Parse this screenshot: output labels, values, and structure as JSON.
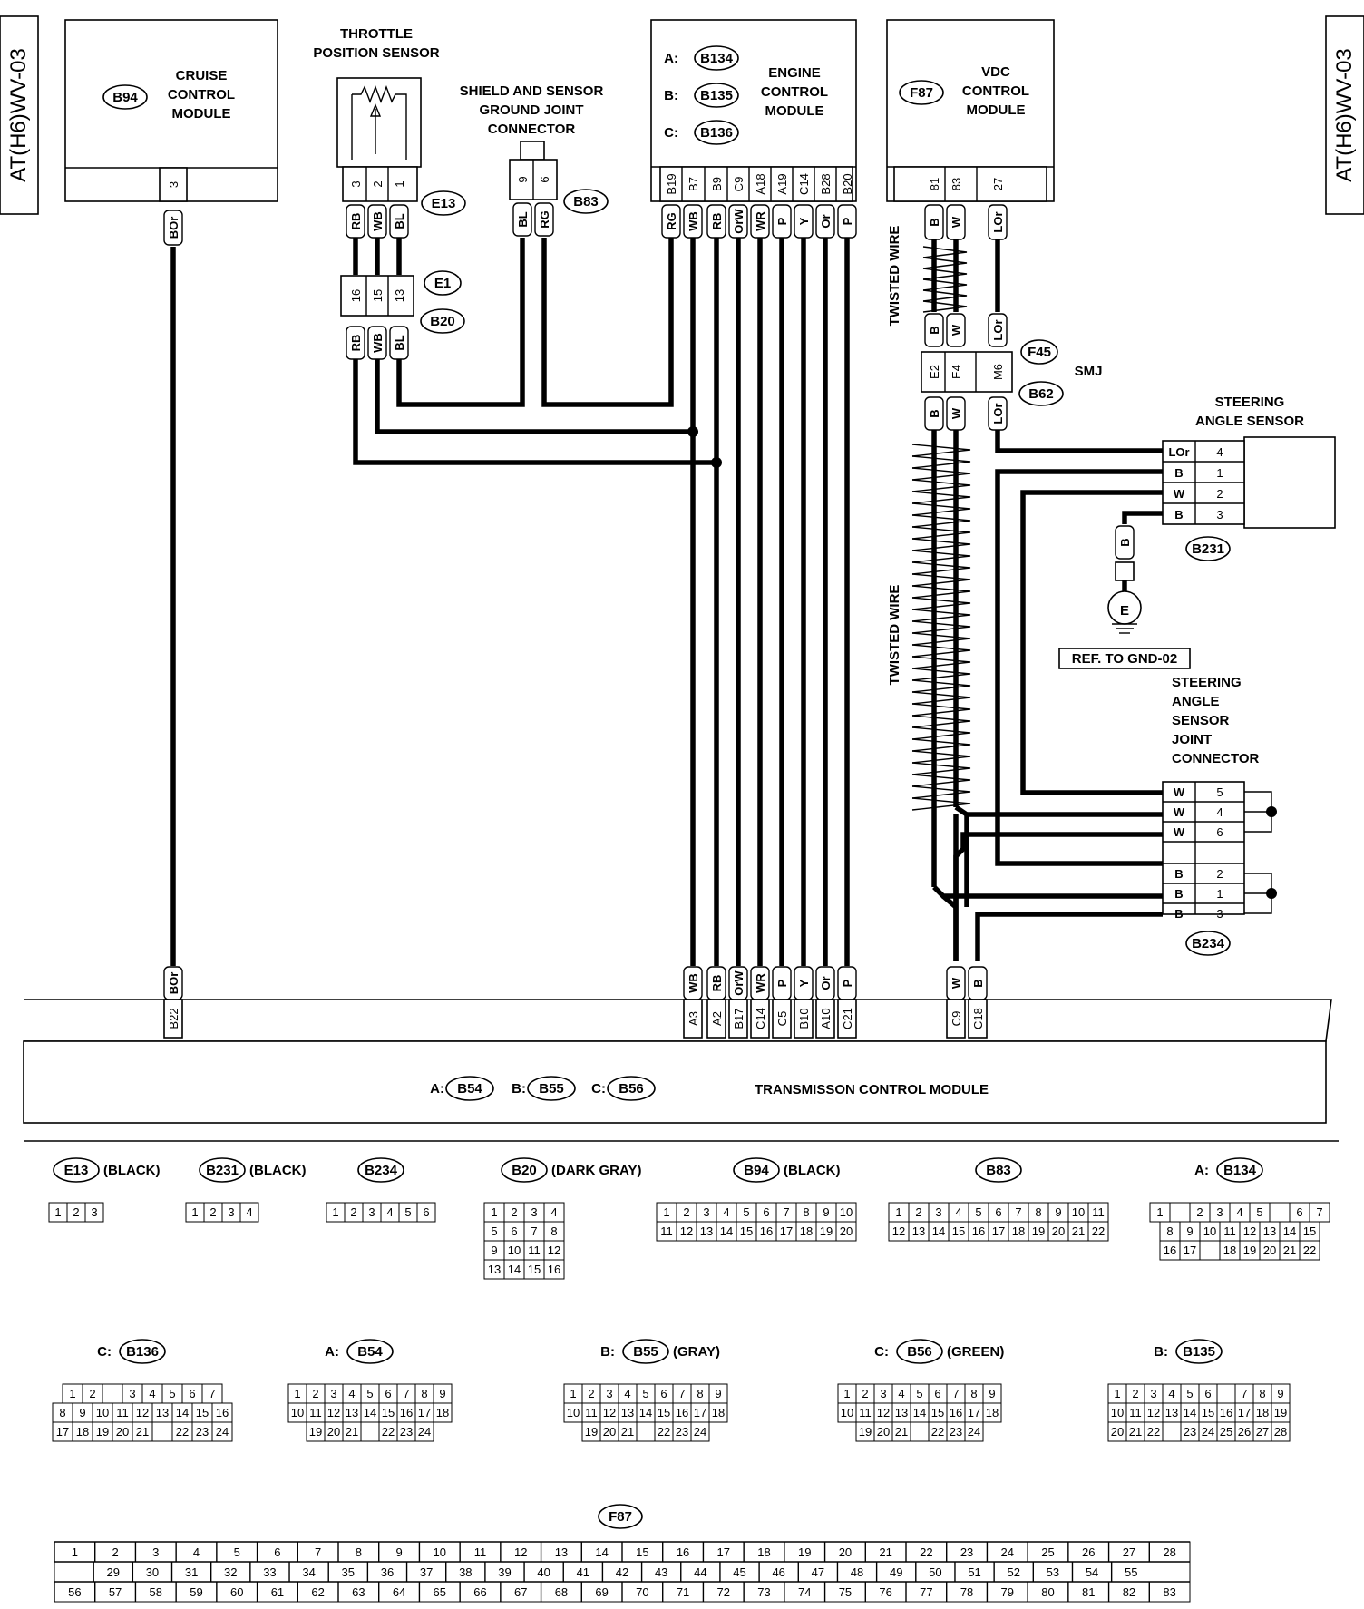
{
  "page_code": "AT(H6)WV-03",
  "modules": {
    "cruise": {
      "id": "B94",
      "title": [
        "CRUISE",
        "CONTROL",
        "MODULE"
      ],
      "pins": [
        "3"
      ],
      "wires": [
        "BOr"
      ]
    },
    "tps": {
      "title": [
        "THROTTLE",
        "POSITION SENSOR"
      ],
      "id": "E13",
      "pins": [
        "3",
        "2",
        "1"
      ],
      "wires": [
        "RB",
        "WB",
        "BL"
      ]
    },
    "joint": {
      "title": [
        "SHIELD AND SENSOR",
        "GROUND JOINT",
        "CONNECTOR"
      ],
      "id": "B83",
      "pins": [
        "9",
        "6"
      ],
      "wires": [
        "BL",
        "RG"
      ]
    },
    "e1b20": {
      "id_top": "E1",
      "id_bottom": "B20",
      "pins": [
        "16",
        "15",
        "13"
      ],
      "wires": [
        "RB",
        "WB",
        "BL"
      ]
    },
    "ecm": {
      "title": [
        "ENGINE",
        "CONTROL",
        "MODULE"
      ],
      "connectors": [
        {
          "prefix": "A:",
          "id": "B134"
        },
        {
          "prefix": "B:",
          "id": "B135"
        },
        {
          "prefix": "C:",
          "id": "B136"
        }
      ],
      "pins": [
        "B19",
        "B7",
        "B9",
        "C9",
        "A18",
        "A19",
        "C14",
        "B28",
        "B20"
      ],
      "wires": [
        "RG",
        "WB",
        "RB",
        "OrW",
        "WR",
        "P",
        "Y",
        "Or",
        "P"
      ]
    },
    "vdc": {
      "id": "F87",
      "title": [
        "VDC",
        "CONTROL",
        "MODULE"
      ],
      "pins": [
        "81",
        "83",
        "27"
      ],
      "wires": [
        "B",
        "W",
        "LOr"
      ]
    },
    "smj": {
      "label": "SMJ",
      "id_top": "F45",
      "id_bottom": "B62",
      "pins": [
        "E2",
        "E4",
        "M6"
      ],
      "wires_top": [
        "B",
        "W",
        "LOr"
      ],
      "wires_bottom": [
        "B",
        "W",
        "LOr"
      ]
    },
    "twisted_label": "TWISTED WIRE",
    "steering": {
      "title": [
        "STEERING",
        "ANGLE SENSOR"
      ],
      "id": "B231",
      "rows": [
        {
          "wire": "LOr",
          "pin": "4"
        },
        {
          "wire": "B",
          "pin": "1"
        },
        {
          "wire": "W",
          "pin": "2"
        },
        {
          "wire": "B",
          "pin": "3"
        }
      ],
      "ground_wire": "B",
      "ground_symbol": "E",
      "ground_ref": "REF. TO GND-02"
    },
    "steering_joint": {
      "title": [
        "STEERING",
        "ANGLE",
        "SENSOR",
        "JOINT",
        "CONNECTOR"
      ],
      "id": "B234",
      "rows": [
        {
          "wire": "W",
          "pin": "5"
        },
        {
          "wire": "W",
          "pin": "4"
        },
        {
          "wire": "W",
          "pin": "6"
        },
        {
          "wire": "B",
          "pin": "2"
        },
        {
          "wire": "B",
          "pin": "1"
        },
        {
          "wire": "B",
          "pin": "3"
        }
      ]
    },
    "tcm": {
      "title": "TRANSMISSON CONTROL MODULE",
      "connectors": [
        {
          "prefix": "A:",
          "id": "B54"
        },
        {
          "prefix": "B:",
          "id": "B55"
        },
        {
          "prefix": "C:",
          "id": "B56"
        }
      ],
      "wires": [
        "BOr",
        "WB",
        "RB",
        "OrW",
        "WR",
        "P",
        "Y",
        "Or",
        "P",
        "W",
        "B"
      ],
      "pins": [
        "B22",
        "A3",
        "A2",
        "B17",
        "C14",
        "C5",
        "B10",
        "A10",
        "C21",
        "C9",
        "C18"
      ]
    }
  },
  "connector_views": [
    {
      "id": "E13",
      "prefix": "",
      "color": "(BLACK)",
      "rows": [
        [
          "1",
          "2",
          "3"
        ]
      ]
    },
    {
      "id": "B231",
      "prefix": "",
      "color": "(BLACK)",
      "rows": [
        [
          "1",
          "2",
          "3",
          "4"
        ]
      ]
    },
    {
      "id": "B234",
      "prefix": "",
      "color": "",
      "rows": [
        [
          "1",
          "2",
          "3",
          "4",
          "5",
          "6"
        ]
      ]
    },
    {
      "id": "B20",
      "prefix": "",
      "color": "(DARK GRAY)",
      "rows": [
        [
          "1",
          "2",
          "3",
          "4"
        ],
        [
          "5",
          "6",
          "7",
          "8"
        ],
        [
          "9",
          "10",
          "11",
          "12"
        ],
        [
          "13",
          "14",
          "15",
          "16"
        ]
      ]
    },
    {
      "id": "B94",
      "prefix": "",
      "color": "(BLACK)",
      "rows": [
        [
          "1",
          "2",
          "3",
          "4",
          "5",
          "6",
          "7",
          "8",
          "9",
          "10"
        ],
        [
          "11",
          "12",
          "13",
          "14",
          "15",
          "16",
          "17",
          "18",
          "19",
          "20"
        ]
      ]
    },
    {
      "id": "B83",
      "prefix": "",
      "color": "",
      "rows": [
        [
          "1",
          "2",
          "3",
          "4",
          "5",
          "6",
          "7",
          "8",
          "9",
          "10",
          "11"
        ],
        [
          "12",
          "13",
          "14",
          "15",
          "16",
          "17",
          "18",
          "19",
          "20",
          "21",
          "22"
        ]
      ]
    },
    {
      "id": "B134",
      "prefix": "A:",
      "color": "",
      "rows": [
        [
          "1",
          "",
          "2",
          "3",
          "4",
          "5",
          "",
          "6",
          "7"
        ],
        [
          "8",
          "9",
          "10",
          "11",
          "12",
          "13",
          "14",
          "15"
        ],
        [
          "16",
          "17",
          "",
          "18",
          "19",
          "20",
          "21",
          "22"
        ]
      ]
    },
    {
      "id": "B136",
      "prefix": "C:",
      "color": "",
      "rows": [
        [
          "1",
          "2",
          "",
          "3",
          "4",
          "5",
          "6",
          "7"
        ],
        [
          "8",
          "9",
          "10",
          "11",
          "12",
          "13",
          "14",
          "15",
          "16"
        ],
        [
          "17",
          "18",
          "19",
          "20",
          "21",
          "",
          "22",
          "23",
          "24"
        ]
      ]
    },
    {
      "id": "B54",
      "prefix": "A:",
      "color": "",
      "rows": [
        [
          "1",
          "2",
          "3",
          "4",
          "5",
          "6",
          "7",
          "8",
          "9"
        ],
        [
          "10",
          "11",
          "12",
          "13",
          "14",
          "15",
          "16",
          "17",
          "18"
        ],
        [
          "19",
          "20",
          "21",
          "",
          "22",
          "23",
          "24"
        ]
      ]
    },
    {
      "id": "B55",
      "prefix": "B:",
      "color": "(GRAY)",
      "rows": [
        [
          "1",
          "2",
          "3",
          "4",
          "5",
          "6",
          "7",
          "8",
          "9"
        ],
        [
          "10",
          "11",
          "12",
          "13",
          "14",
          "15",
          "16",
          "17",
          "18"
        ],
        [
          "19",
          "20",
          "21",
          "",
          "22",
          "23",
          "24"
        ]
      ]
    },
    {
      "id": "B56",
      "prefix": "C:",
      "color": "(GREEN)",
      "rows": [
        [
          "1",
          "2",
          "3",
          "4",
          "5",
          "6",
          "7",
          "8",
          "9"
        ],
        [
          "10",
          "11",
          "12",
          "13",
          "14",
          "15",
          "16",
          "17",
          "18"
        ],
        [
          "19",
          "20",
          "21",
          "",
          "22",
          "23",
          "24"
        ]
      ]
    },
    {
      "id": "B135",
      "prefix": "B:",
      "color": "",
      "rows": [
        [
          "1",
          "2",
          "3",
          "4",
          "5",
          "6",
          "",
          "7",
          "8",
          "9"
        ],
        [
          "10",
          "11",
          "12",
          "13",
          "14",
          "15",
          "16",
          "17",
          "18",
          "19"
        ],
        [
          "20",
          "21",
          "22",
          "",
          "23",
          "24",
          "25",
          "26",
          "27",
          "28"
        ]
      ]
    }
  ],
  "f87_view": {
    "id": "F87",
    "rows": [
      [
        "1",
        "2",
        "3",
        "4",
        "5",
        "6",
        "7",
        "8",
        "9",
        "10",
        "11",
        "12",
        "13",
        "14",
        "15",
        "16",
        "17",
        "18",
        "19",
        "20",
        "21",
        "22",
        "23",
        "24",
        "25",
        "26",
        "27",
        "28"
      ],
      [
        "29",
        "30",
        "31",
        "32",
        "33",
        "34",
        "35",
        "36",
        "37",
        "38",
        "39",
        "40",
        "41",
        "42",
        "43",
        "44",
        "45",
        "46",
        "47",
        "48",
        "49",
        "50",
        "51",
        "52",
        "53",
        "54",
        "55"
      ],
      [
        "56",
        "57",
        "58",
        "59",
        "60",
        "61",
        "62",
        "63",
        "64",
        "65",
        "66",
        "67",
        "68",
        "69",
        "70",
        "71",
        "72",
        "73",
        "74",
        "75",
        "76",
        "77",
        "78",
        "79",
        "80",
        "81",
        "82",
        "83"
      ]
    ]
  }
}
